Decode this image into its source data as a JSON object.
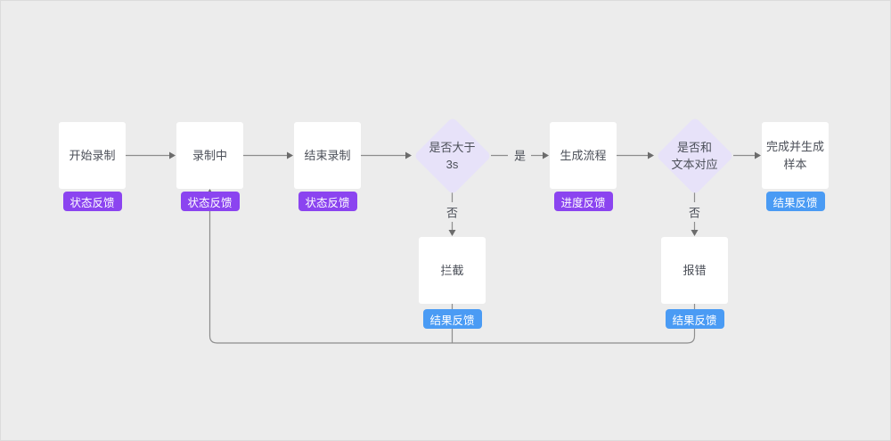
{
  "colors": {
    "background": "#ececec",
    "node_fill": "#ffffff",
    "node_text": "#4b4f58",
    "badge_purple": "#8b44f0",
    "badge_blue": "#4a9bf4",
    "diamond_fill": "#e7e2f9",
    "connector": "#8d8d8d"
  },
  "flow": {
    "nodes": {
      "start": {
        "label": "开始录制",
        "badge": "状态反馈"
      },
      "recording": {
        "label": "录制中",
        "badge": "状态反馈"
      },
      "end_recording": {
        "label": "结束录制",
        "badge": "状态反馈"
      },
      "decision_3s": {
        "line1": "是否大于",
        "line2": "3s"
      },
      "generate": {
        "label": "生成流程",
        "badge": "进度反馈"
      },
      "decision_text": {
        "line1": "是否和",
        "line2": "文本对应"
      },
      "complete": {
        "line1": "完成并生成",
        "line2": "样本",
        "badge": "结果反馈"
      },
      "intercept": {
        "label": "拦截",
        "badge": "结果反馈"
      },
      "error": {
        "label": "报错",
        "badge": "结果反馈"
      }
    },
    "edge_labels": {
      "yes": "是",
      "no_duration": "否",
      "no_text": "否"
    }
  }
}
